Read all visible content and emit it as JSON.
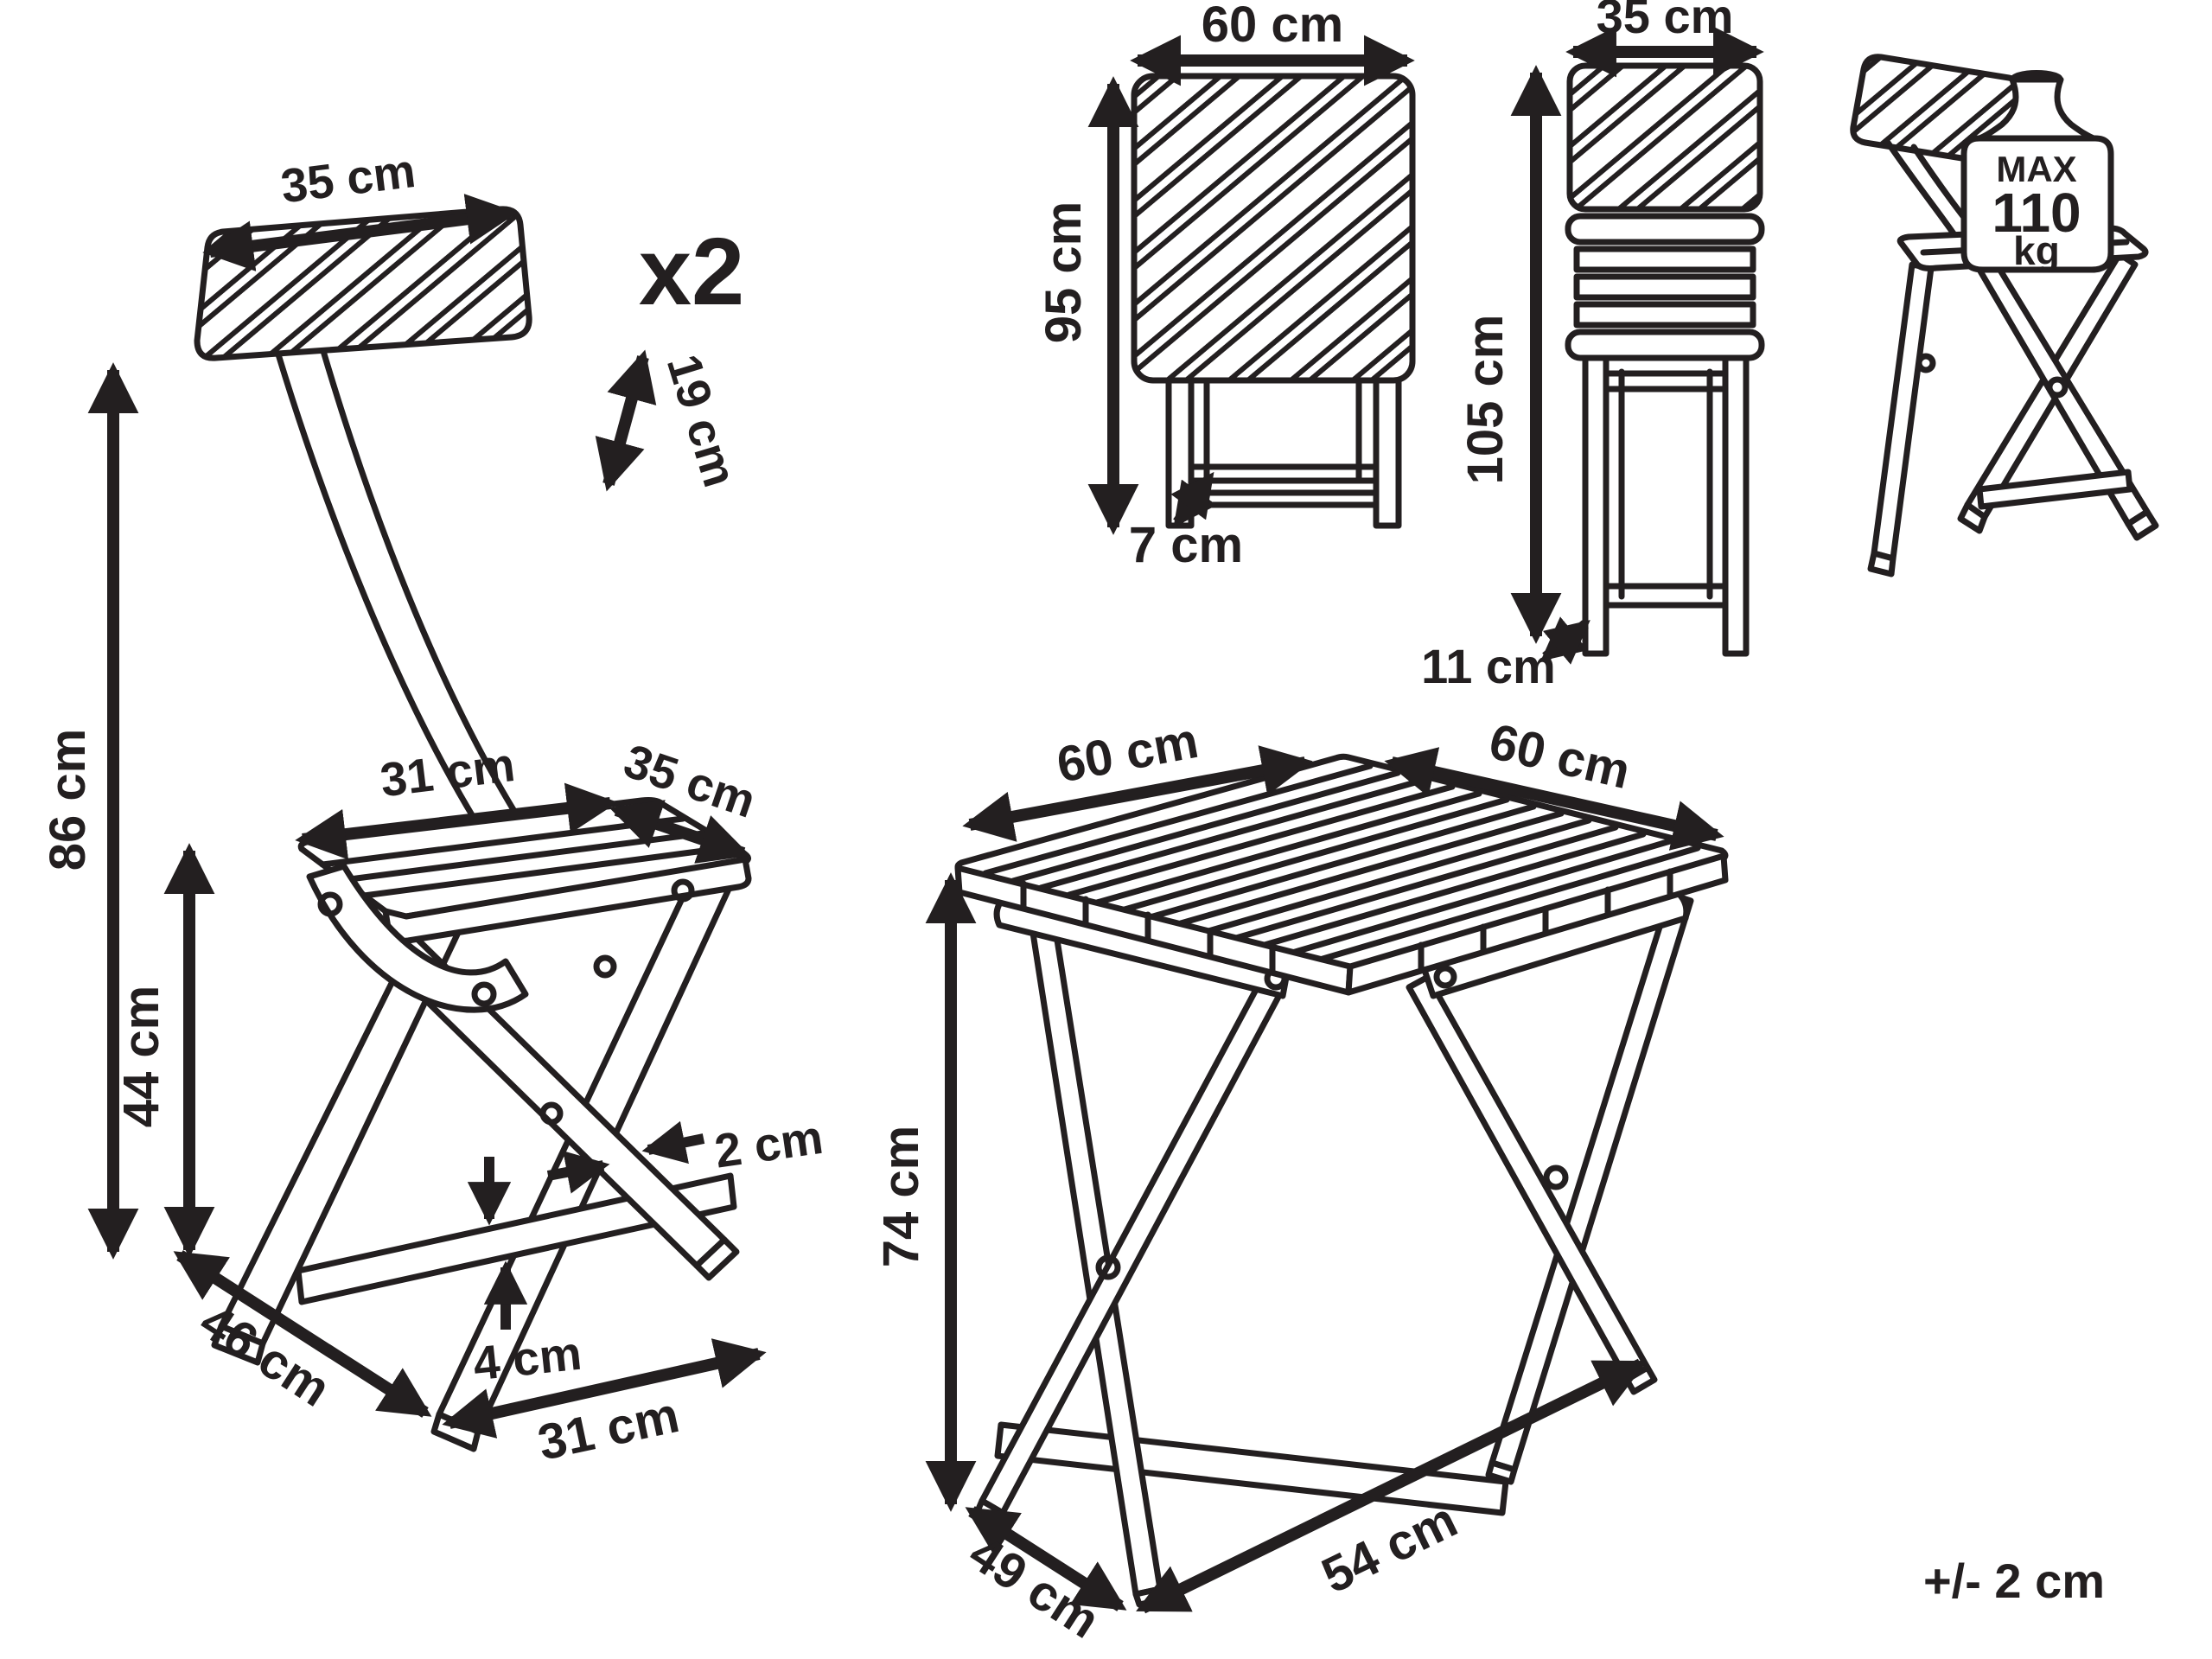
{
  "diagram": {
    "quantity": "x2",
    "tolerance": "+/- 2 cm",
    "chair": {
      "backrest_width": "35 cm",
      "backrest_height": "19 cm",
      "total_height": "86 cm",
      "seat_height": "44 cm",
      "seat_width": "31 cm",
      "seat_depth": "35 cm",
      "frame_thickness": "2 cm",
      "stretcher_height": "4 cm",
      "base_depth": "46 cm",
      "base_width": "31 cm"
    },
    "folded_table": {
      "width": "60 cm",
      "height": "95 cm",
      "depth": "7 cm"
    },
    "folded_chair": {
      "width": "35 cm",
      "height": "105 cm",
      "depth": "11 cm"
    },
    "max_load": {
      "line1": "MAX",
      "line2": "110",
      "line3": "kg"
    },
    "table": {
      "top_width": "60 cm",
      "top_depth": "60 cm",
      "height": "74 cm",
      "base_depth": "49 cm",
      "base_width": "54 cm"
    }
  }
}
